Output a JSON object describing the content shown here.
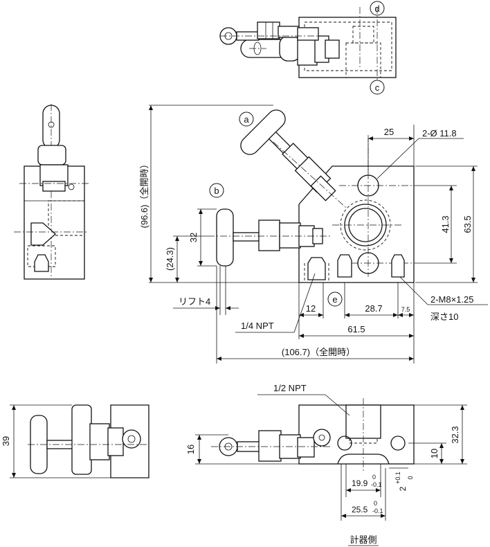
{
  "callouts": {
    "a": "a",
    "b": "b",
    "c": "c",
    "d": "d",
    "e": "e"
  },
  "dims": {
    "d25": "25",
    "hole": "2-Ø 11.8",
    "d41_3": "41.3",
    "d63_5": "63.5",
    "d96_6": "(96.6)（全開時）",
    "d32": "32",
    "d24_3": "(24.3)",
    "lift": "リフト4",
    "npt14": "1/4 NPT",
    "d12": "12",
    "d28_7": "28.7",
    "d7_5": "7.5",
    "m8": "2-M8×1.25",
    "depth": "深さ10",
    "d61_5": "61.5",
    "d106_7": "(106.7)（全開時）",
    "d39": "39",
    "npt12": "1/2 NPT",
    "d16": "16",
    "d32_3": "32.3",
    "d10": "10",
    "d19_9": "19.9",
    "tol19_up": "0",
    "tol19_dn": "-0.1",
    "d2": "2",
    "tol2_up": "+0.1",
    "tol2_dn": "0",
    "d25_5": "25.5",
    "tol25_up": "0",
    "tol25_dn": "-0.1",
    "gauge_side": "計器側"
  }
}
